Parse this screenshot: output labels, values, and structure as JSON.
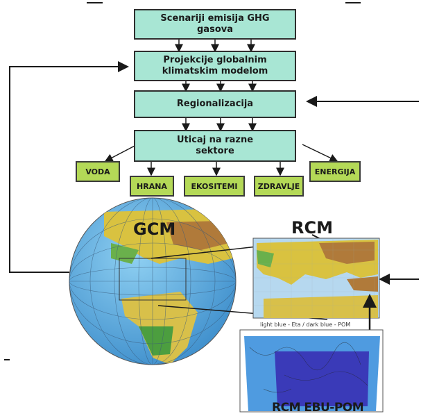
{
  "flow": {
    "box1": "Scenariji emisija GHG\ngasova",
    "box2": "Projekcije globalnim\nklimatskim modelom",
    "box3": "Regionalizacija",
    "box4": "Uticaj na razne\nsektore"
  },
  "sectors": {
    "voda": "VODA",
    "hrana": "HRANA",
    "ekositemi": "EKOSITEMI",
    "zdravlje": "ZDRAVLJE",
    "energija": "ENERGIJA"
  },
  "models": {
    "gcm": "GCM",
    "rcm": "RCM",
    "rcm_ebu_pom": "RCM EBU-POM",
    "map_caption": "light blue - Eta / dark blue - POM"
  },
  "colors": {
    "flow_box": "#a8e6d4",
    "sector_box": "#b4d957",
    "ocean": "#5aa9dd",
    "land": "#e8c84a"
  }
}
